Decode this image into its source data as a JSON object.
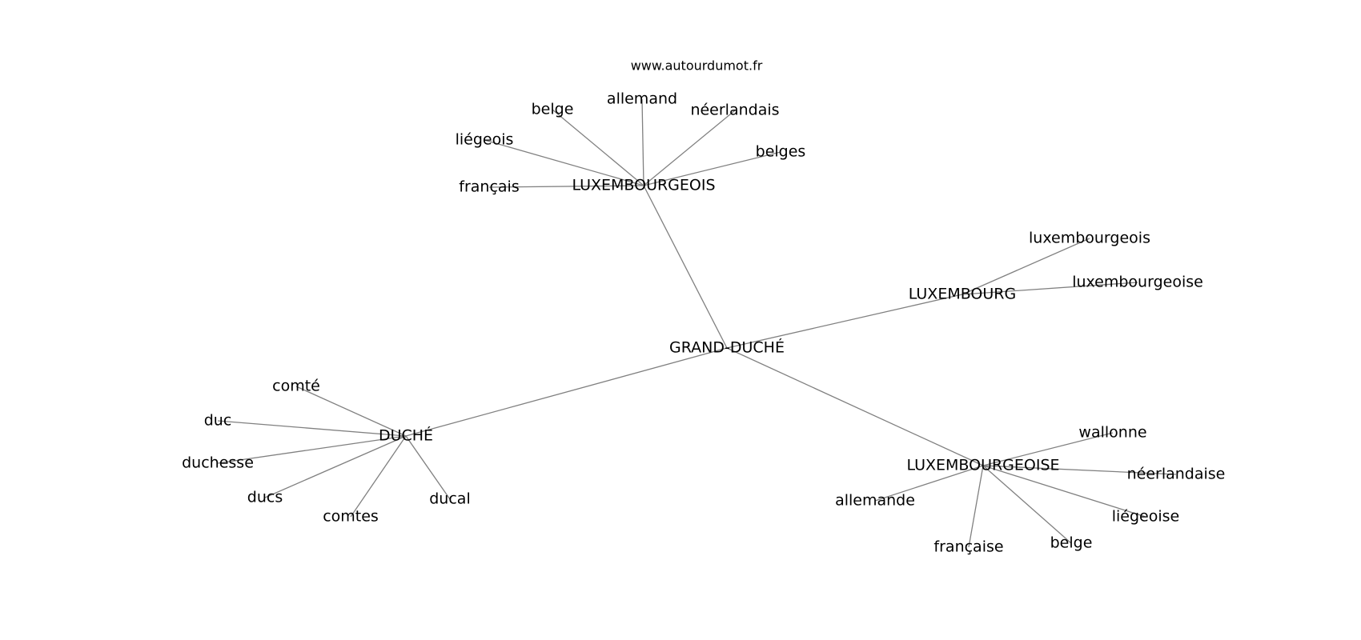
{
  "header": {
    "site": "www.autourdumot.fr"
  },
  "graph": {
    "nodes": [
      {
        "id": "grand-duche",
        "label": "GRAND-DUCHÉ"
      },
      {
        "id": "luxembourgeois-hub",
        "label": "LUXEMBOURGEOIS"
      },
      {
        "id": "luxembourg-hub",
        "label": "LUXEMBOURG"
      },
      {
        "id": "duche-hub",
        "label": "DUCHÉ"
      },
      {
        "id": "luxembourgeoise-hub",
        "label": "LUXEMBOURGEOISE"
      },
      {
        "id": "belge-1",
        "label": "belge"
      },
      {
        "id": "allemand-1",
        "label": "allemand"
      },
      {
        "id": "neerlandais",
        "label": "néerlandais"
      },
      {
        "id": "liegeois",
        "label": "liégeois"
      },
      {
        "id": "belges",
        "label": "belges"
      },
      {
        "id": "francais",
        "label": "français"
      },
      {
        "id": "luxembourgeois-small",
        "label": "luxembourgeois"
      },
      {
        "id": "luxembourgeoise-small",
        "label": "luxembourgeoise"
      },
      {
        "id": "comte",
        "label": "comté"
      },
      {
        "id": "duc",
        "label": "duc"
      },
      {
        "id": "duchesse",
        "label": "duchesse"
      },
      {
        "id": "ducs",
        "label": "ducs"
      },
      {
        "id": "comtes",
        "label": "comtes"
      },
      {
        "id": "ducal",
        "label": "ducal"
      },
      {
        "id": "wallonne",
        "label": "wallonne"
      },
      {
        "id": "neerlandaise",
        "label": "néerlandaise"
      },
      {
        "id": "allemande",
        "label": "allemande"
      },
      {
        "id": "liegeoise",
        "label": "liégeoise"
      },
      {
        "id": "belge-2",
        "label": "belge"
      },
      {
        "id": "francaise",
        "label": "française"
      }
    ],
    "edges": [
      [
        "grand-duche",
        "luxembourgeois-hub"
      ],
      [
        "grand-duche",
        "luxembourg-hub"
      ],
      [
        "grand-duche",
        "duche-hub"
      ],
      [
        "grand-duche",
        "luxembourgeoise-hub"
      ],
      [
        "luxembourgeois-hub",
        "belge-1"
      ],
      [
        "luxembourgeois-hub",
        "allemand-1"
      ],
      [
        "luxembourgeois-hub",
        "neerlandais"
      ],
      [
        "luxembourgeois-hub",
        "liegeois"
      ],
      [
        "luxembourgeois-hub",
        "belges"
      ],
      [
        "luxembourgeois-hub",
        "francais"
      ],
      [
        "luxembourg-hub",
        "luxembourgeois-small"
      ],
      [
        "luxembourg-hub",
        "luxembourgeoise-small"
      ],
      [
        "duche-hub",
        "comte"
      ],
      [
        "duche-hub",
        "duc"
      ],
      [
        "duche-hub",
        "duchesse"
      ],
      [
        "duche-hub",
        "ducs"
      ],
      [
        "duche-hub",
        "comtes"
      ],
      [
        "duche-hub",
        "ducal"
      ],
      [
        "luxembourgeoise-hub",
        "wallonne"
      ],
      [
        "luxembourgeoise-hub",
        "neerlandaise"
      ],
      [
        "luxembourgeoise-hub",
        "allemande"
      ],
      [
        "luxembourgeoise-hub",
        "liegeoise"
      ],
      [
        "luxembourgeoise-hub",
        "belge-2"
      ],
      [
        "luxembourgeoise-hub",
        "francaise"
      ]
    ]
  },
  "colors": {
    "edge": "#808080",
    "text": "#000000",
    "background": "#ffffff"
  }
}
